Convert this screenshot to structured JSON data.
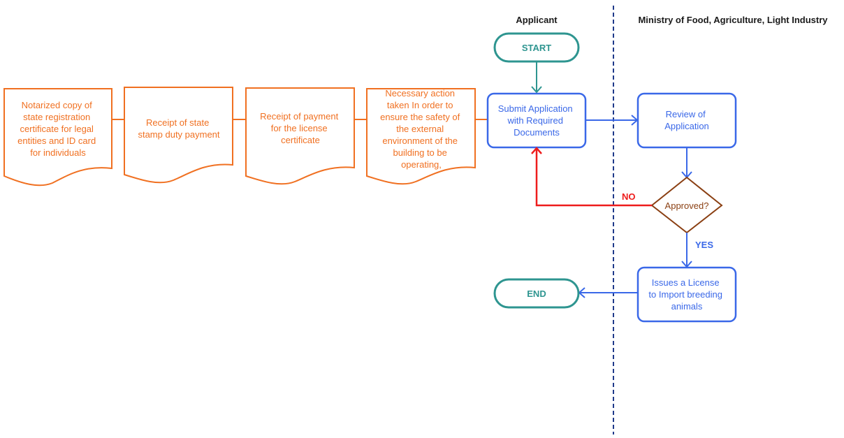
{
  "lanes": {
    "applicant": "Applicant",
    "ministry": "Ministry of Food, Agriculture, Light Industry"
  },
  "documents": [
    {
      "lines": [
        "Notarized copy of",
        "state registration",
        "certificate for legal",
        "entities and ID card",
        "for individuals"
      ]
    },
    {
      "lines": [
        "Receipt of state",
        "stamp duty payment"
      ]
    },
    {
      "lines": [
        "Receipt of payment",
        "for the license",
        "certificate"
      ]
    },
    {
      "lines": [
        "Necessary  action",
        "taken In order to",
        "ensure the safety of",
        "the external",
        "environment of the",
        "building to be",
        "operating,"
      ]
    }
  ],
  "nodes": {
    "start": "START",
    "end": "END",
    "submit": [
      "Submit Application",
      "with Required",
      "Documents"
    ],
    "review": [
      "Review of",
      "Application"
    ],
    "decision": "Approved?",
    "issue": [
      "Issues a License",
      "to Import breeding",
      "animals"
    ]
  },
  "edge_labels": {
    "no": "NO",
    "yes": "YES"
  },
  "colors": {
    "document": "#f07021",
    "process": "#3a68e8",
    "terminal": "#2e9590",
    "decision": "#8a3f12",
    "reject_path": "#ee1c1c",
    "lane_divider": "#1f3a8a"
  }
}
